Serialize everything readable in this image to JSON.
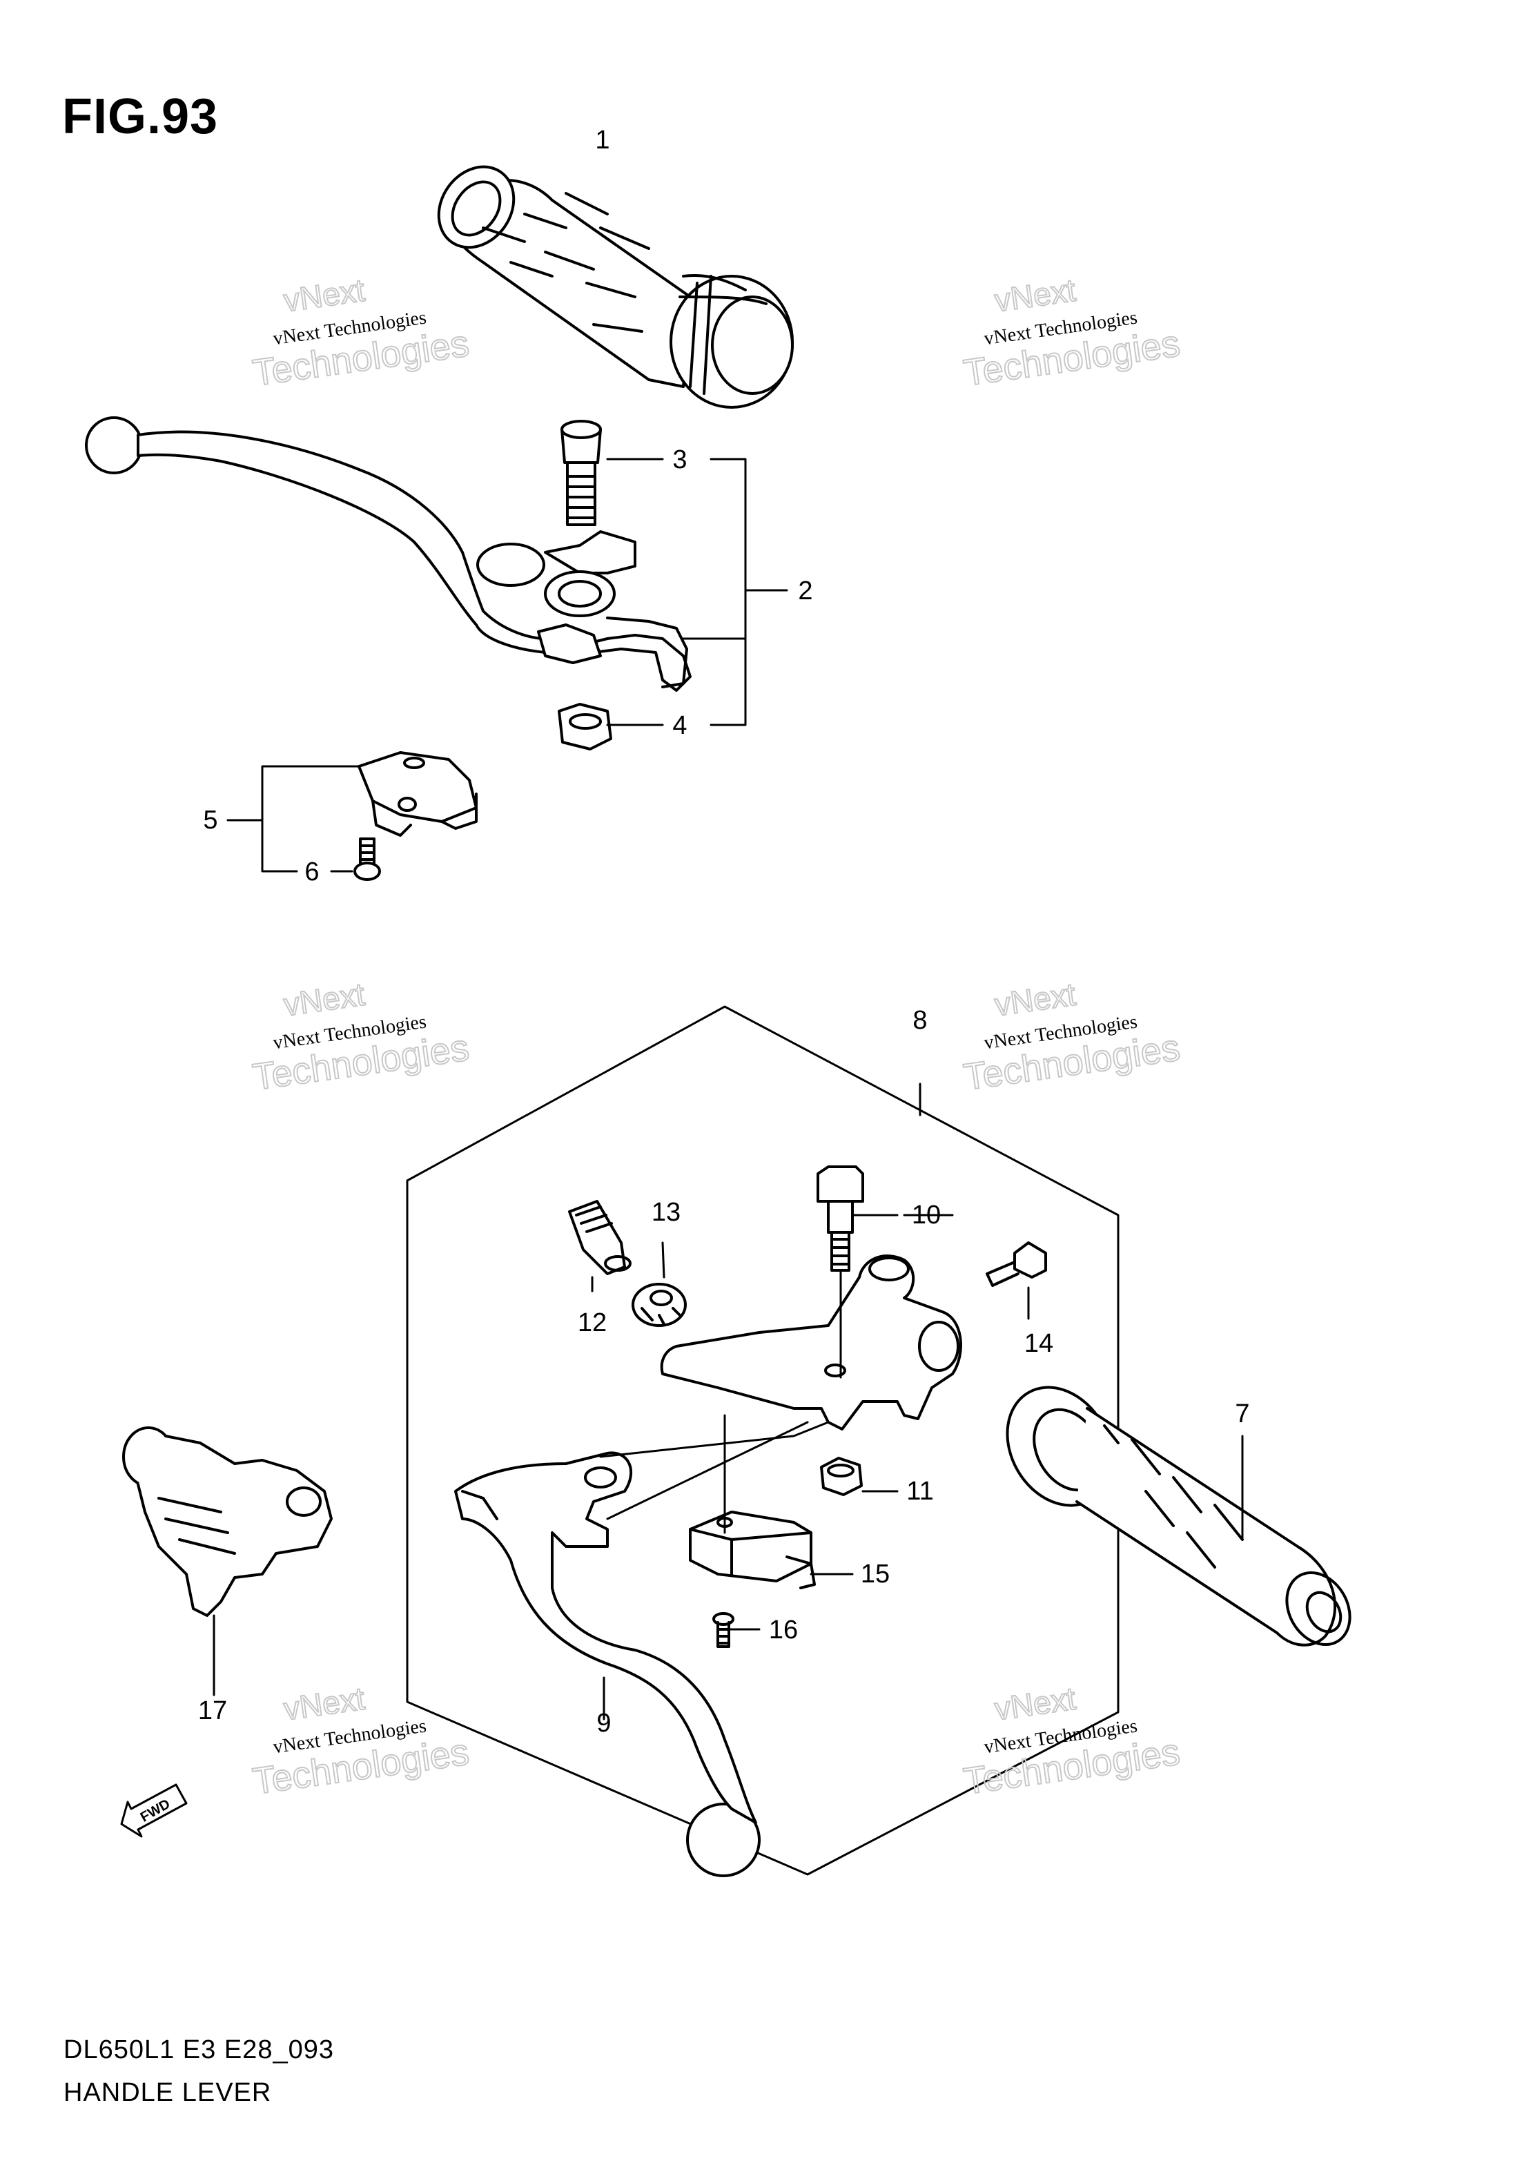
{
  "figure": {
    "title": "FIG.93"
  },
  "footer": {
    "code": "DL650L1 E3 E28_093",
    "name": "HANDLE LEVER"
  },
  "callouts": {
    "c1": "1",
    "c2": "2",
    "c3": "3",
    "c4": "4",
    "c5": "5",
    "c6": "6",
    "c7": "7",
    "c8": "8",
    "c9": "9",
    "c10": "10",
    "c11": "11",
    "c12": "12",
    "c13": "13",
    "c14": "14",
    "c15": "15",
    "c16": "16",
    "c17": "17"
  },
  "watermark": {
    "line1": "vNext",
    "line2": "vNext Technologies",
    "line3": "Technologies"
  },
  "fwd_label": "FWD"
}
